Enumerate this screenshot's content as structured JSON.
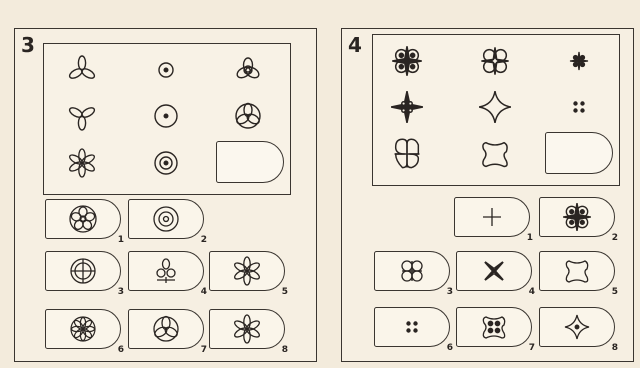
{
  "puzzles": [
    {
      "number": "3",
      "matrix_figures": [
        "trefoil-icon",
        "small-ring-dot-icon",
        "celtic-knot-icon",
        "three-leaf-icon",
        "ring-dot-icon",
        "circle-three-petal-icon",
        "six-petal-flower-icon",
        "double-ring-dot-icon"
      ],
      "options": [
        {
          "label": "1",
          "figure": "circle-fan-icon"
        },
        {
          "label": "2",
          "figure": "target-icon"
        },
        {
          "label": "3",
          "figure": "circle-cross-icon"
        },
        {
          "label": "4",
          "figure": "tree-knot-icon"
        },
        {
          "label": "5",
          "figure": "six-petal-flower-icon"
        },
        {
          "label": "6",
          "figure": "circle-rosette-icon"
        },
        {
          "label": "7",
          "figure": "circle-three-petal-icon"
        },
        {
          "label": "8",
          "figure": "six-petal-flower-icon"
        }
      ]
    },
    {
      "number": "4",
      "matrix_figures": [
        "quatrefoil-star-icon",
        "quatrefoil-cross-icon",
        "small-star-dots-icon",
        "four-point-star-icon",
        "four-point-star-icon",
        "four-dots-icon",
        "quatrefoil-icon",
        "quatrefoil-wave-icon"
      ],
      "options": [
        {
          "label": "1",
          "figure": "plus-icon"
        },
        {
          "label": "2",
          "figure": "quatrefoil-star-icon"
        },
        {
          "label": "3",
          "figure": "quatrefoil-icon"
        },
        {
          "label": "4",
          "figure": "x-star-icon"
        },
        {
          "label": "5",
          "figure": "quatrefoil-wave-icon"
        },
        {
          "label": "6",
          "figure": "four-dots-icon"
        },
        {
          "label": "7",
          "figure": "four-dots-box-icon"
        },
        {
          "label": "8",
          "figure": "four-point-star-icon"
        }
      ]
    }
  ]
}
